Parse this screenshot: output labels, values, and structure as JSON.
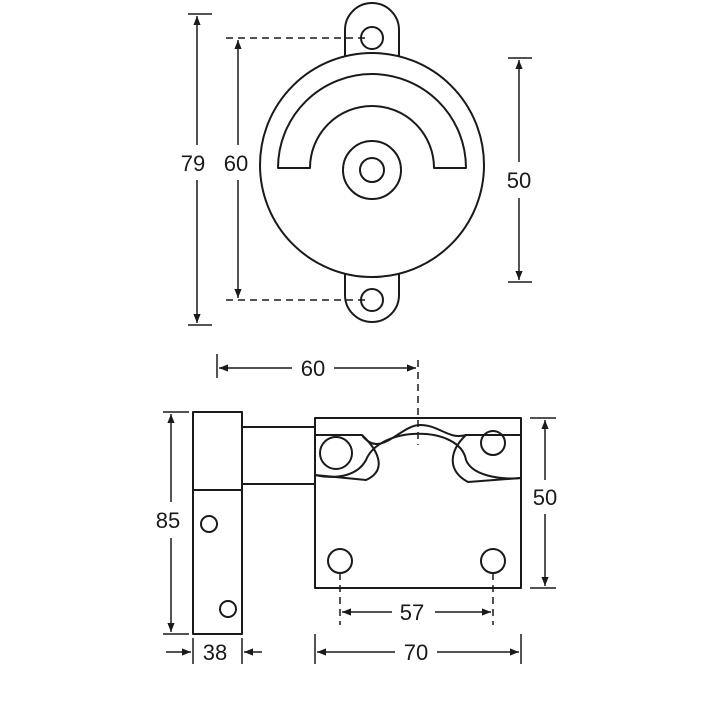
{
  "dimensions": {
    "top_total_height": "79",
    "top_hole_spacing": "60",
    "top_body_diameter": "50",
    "bottom_offset": "60",
    "bottom_total_height": "85",
    "bottom_body_height": "50",
    "bottom_hole_spacing": "57",
    "bottom_flange_width": "38",
    "bottom_body_width": "70"
  },
  "colors": {
    "line": "#1a1a1a",
    "background": "#ffffff"
  }
}
